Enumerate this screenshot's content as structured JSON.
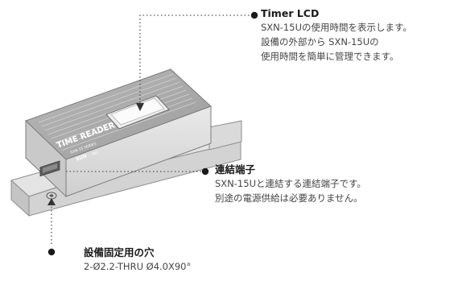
{
  "device": {
    "label_main": "TIME READER",
    "label_model": "SXN-15 SERIES",
    "brand": "SUN",
    "brand_tail": "INC"
  },
  "callouts": {
    "timer_lcd": {
      "title": "Timer LCD",
      "lines": [
        "SXN-15Uの使用時間を表示します。",
        "設備の外部から SXN-15Uの",
        "使用時間を簡単に管理できます。"
      ]
    },
    "connector": {
      "title": "連結端子",
      "lines": [
        "SXN-15Uと連結する連結端子です。",
        "別途の電源供給は必要ありません。"
      ]
    },
    "mount_hole": {
      "title": "設備固定用の穴",
      "lines": [
        "2-Ø2.2-THRU  Ø4.0X90°"
      ]
    }
  }
}
